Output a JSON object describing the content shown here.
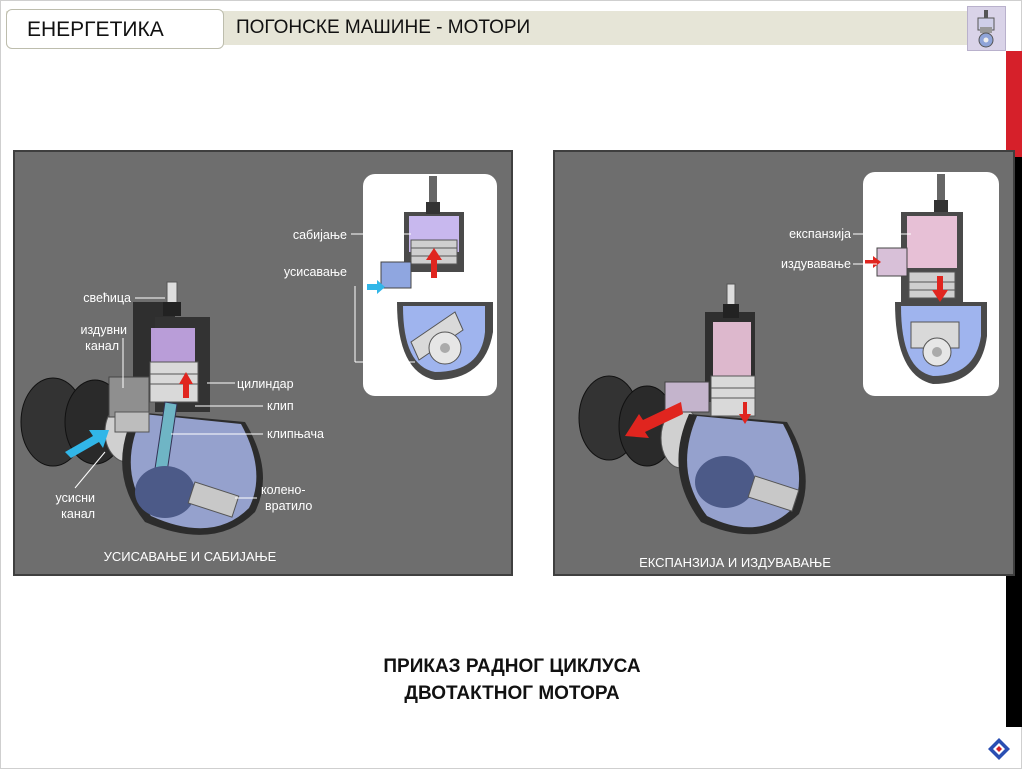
{
  "header": {
    "subject": "ЕНЕРГЕТИКА",
    "section": "ПОГОНСКЕ МАШИНЕ - МОТОРИ"
  },
  "left_panel": {
    "caption": "УСИСАВАЊЕ И САБИЈАЊЕ",
    "labels": {
      "spark_plug": "свећица",
      "exhaust_channel_1": "издувни",
      "exhaust_channel_2": "канал",
      "cylinder": "цилиндар",
      "piston": "клип",
      "connecting_rod": "клипњача",
      "intake_channel_1": "усисни",
      "intake_channel_2": "канал",
      "crankshaft_1": "колено-",
      "crankshaft_2": "вратило"
    },
    "inset_labels": {
      "compression": "сабијање",
      "intake": "усисавање"
    }
  },
  "right_panel": {
    "caption": "ЕКСПАНЗИЈА И ИЗДУВАВАЊЕ",
    "inset_labels": {
      "expansion": "експанзија",
      "exhaust": "издувавање"
    }
  },
  "footer": {
    "line1": "ПРИКАЗ РАДНОГ ЦИКЛУСА",
    "line2": "ДВОТАКТНОГ МОТОРА"
  },
  "colors": {
    "header_band": "#e6e5d7",
    "panel_bg": "#6e6e6e",
    "accent_red": "#d6202a",
    "intake_blue": "#31b6e8",
    "chamber_violet": "#b99be0"
  },
  "icons": [
    "engine-thumbnail-icon",
    "brand-logo-icon",
    "intake-arrow-icon",
    "exhaust-arrow-icon",
    "piston-up-arrow-icon",
    "piston-down-arrow-icon"
  ]
}
